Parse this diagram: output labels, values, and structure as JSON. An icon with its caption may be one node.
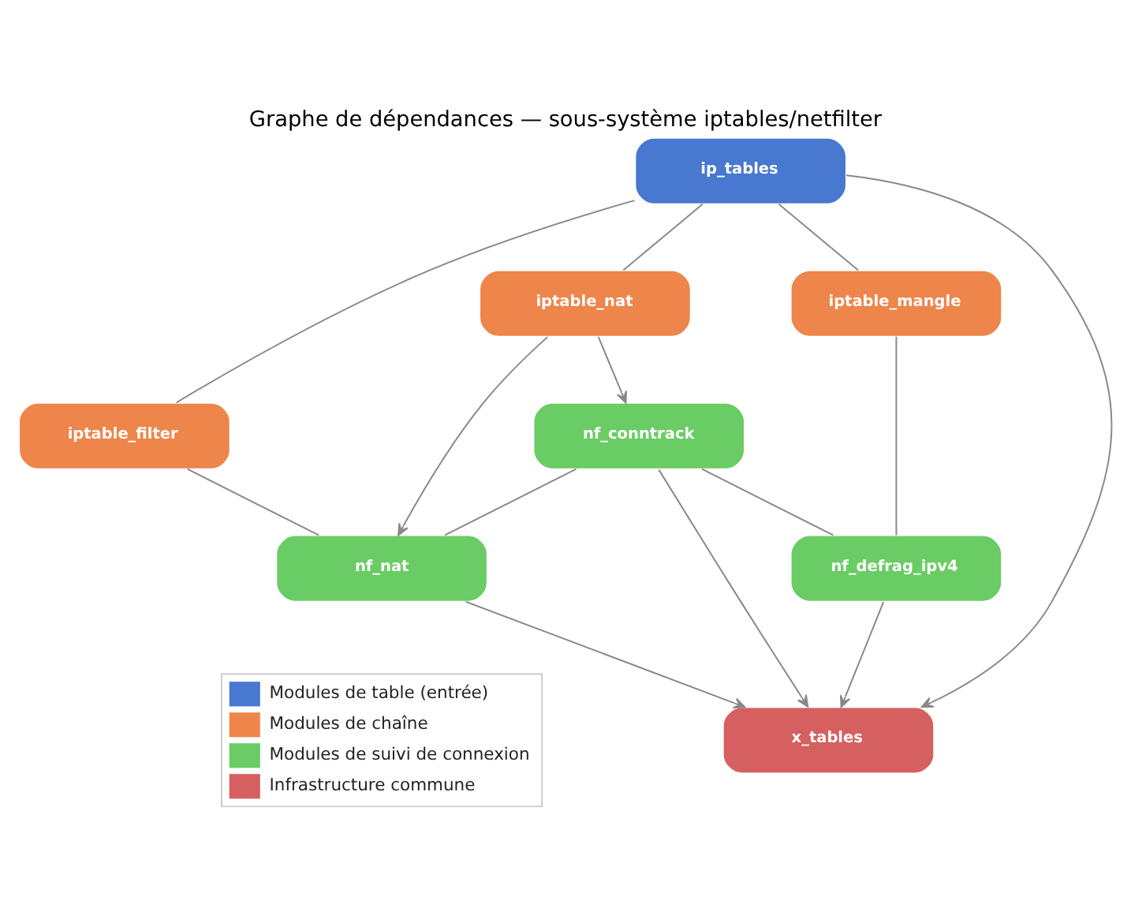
{
  "diagram": {
    "title": "Graphe de dépendances — sous-système iptables/netfilter",
    "nodes": [
      {
        "text": [
          "ip_tables"
        ]
      },
      {
        "text": [
          "iptable_filter"
        ]
      },
      {
        "text": [
          "iptable_nat"
        ]
      },
      {
        "text": [
          "iptable_mangle"
        ]
      },
      {
        "text": [
          "nf_conntrack"
        ]
      },
      {
        "text": [
          "nf_nat"
        ]
      },
      {
        "text": [
          "nf_defrag_ipv4"
        ]
      },
      {
        "text": [
          "x_tables"
        ]
      }
    ],
    "edges": [
      {
        "from": 0,
        "to": 1,
        "arrow": "none"
      },
      {
        "from": 0,
        "to": 2,
        "arrow": "none"
      },
      {
        "from": 0,
        "to": 3,
        "arrow": "none"
      },
      {
        "from": 0,
        "to": 7,
        "arrow": "to"
      },
      {
        "from": 2,
        "to": 4,
        "arrow": "to"
      },
      {
        "from": 2,
        "to": 5,
        "arrow": "to"
      },
      {
        "from": 1,
        "to": 5,
        "arrow": "none"
      },
      {
        "from": 4,
        "to": 5,
        "arrow": "none"
      },
      {
        "from": 4,
        "to": 6,
        "arrow": "none"
      },
      {
        "from": 3,
        "to": 6,
        "arrow": "none"
      },
      {
        "from": 4,
        "to": 7,
        "arrow": "to"
      },
      {
        "from": 5,
        "to": 7,
        "arrow": "to"
      },
      {
        "from": 6,
        "to": 7,
        "arrow": "to"
      }
    ],
    "legend": [
      {
        "text": "Modules de table (entrée)",
        "color": "#4878cf"
      },
      {
        "text": "Modules de chaîne",
        "color": "#ee854a"
      },
      {
        "text": "Modules de suivi de connexion",
        "color": "#6acc64"
      },
      {
        "text": "Infrastructure commune",
        "color": "#d65f5f"
      }
    ]
  }
}
